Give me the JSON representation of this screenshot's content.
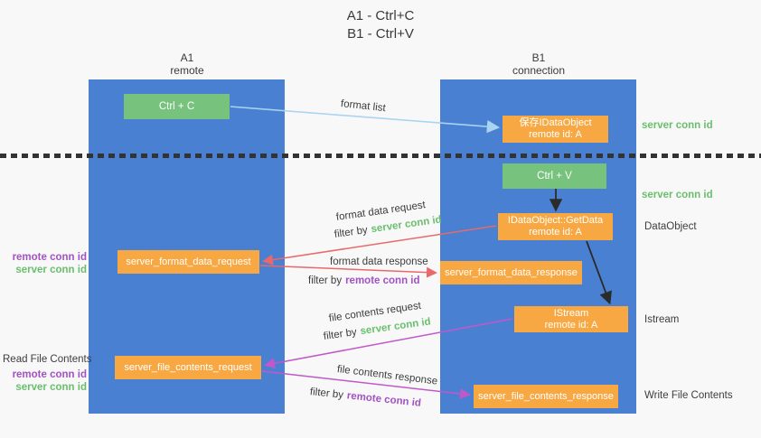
{
  "title": {
    "line1": "A1 - Ctrl+C",
    "line2": "B1 - Ctrl+V"
  },
  "lifelines": {
    "left": {
      "name": "A1",
      "role": "remote"
    },
    "right": {
      "name": "B1",
      "role": "connection"
    }
  },
  "nodes": {
    "ctrl_c": {
      "label": "Ctrl + C"
    },
    "ctrl_v": {
      "label": "Ctrl + V"
    },
    "save_idataobject": {
      "line1": "保存IDataObject",
      "line2": "remote id: A"
    },
    "getdata": {
      "line1": "IDataObject::GetData",
      "line2": "remote id: A"
    },
    "istream": {
      "line1": "IStream",
      "line2": "remote id: A"
    },
    "format_request": {
      "label": "server_format_data_request"
    },
    "format_response": {
      "label": "server_format_data_response"
    },
    "file_request": {
      "label": "server_file_contents_request"
    },
    "file_response": {
      "label": "server_file_contents_response"
    }
  },
  "arrow_labels": {
    "format_list": "format list",
    "format_data_request": "format data request",
    "format_data_response": "format data response",
    "file_contents_request": "file contents request",
    "file_contents_response": "file contents response",
    "filter_by": "filter by",
    "server_conn_id": "server conn id",
    "remote_conn_id": "remote conn id"
  },
  "side_labels": {
    "server_conn_id_top": "server conn id",
    "server_conn_id_mid": "server conn id",
    "dataobject": "DataObject",
    "istream": "Istream",
    "write_file_contents": "Write File Contents",
    "read_file_contents": "Read File Contents",
    "remote_conn_id": "remote conn id",
    "server_conn_id": "server conn id"
  },
  "colors": {
    "lifeline_blue": "#4a80d2",
    "node_green": "#77c27d",
    "node_orange": "#f8a843",
    "arrow_light_blue": "#aad4f0",
    "arrow_red": "#e8696b",
    "arrow_purple": "#c158c9",
    "arrow_black": "#2b2b2b",
    "conn_id_green": "#6abf6e",
    "conn_id_purple": "#a352c2"
  }
}
